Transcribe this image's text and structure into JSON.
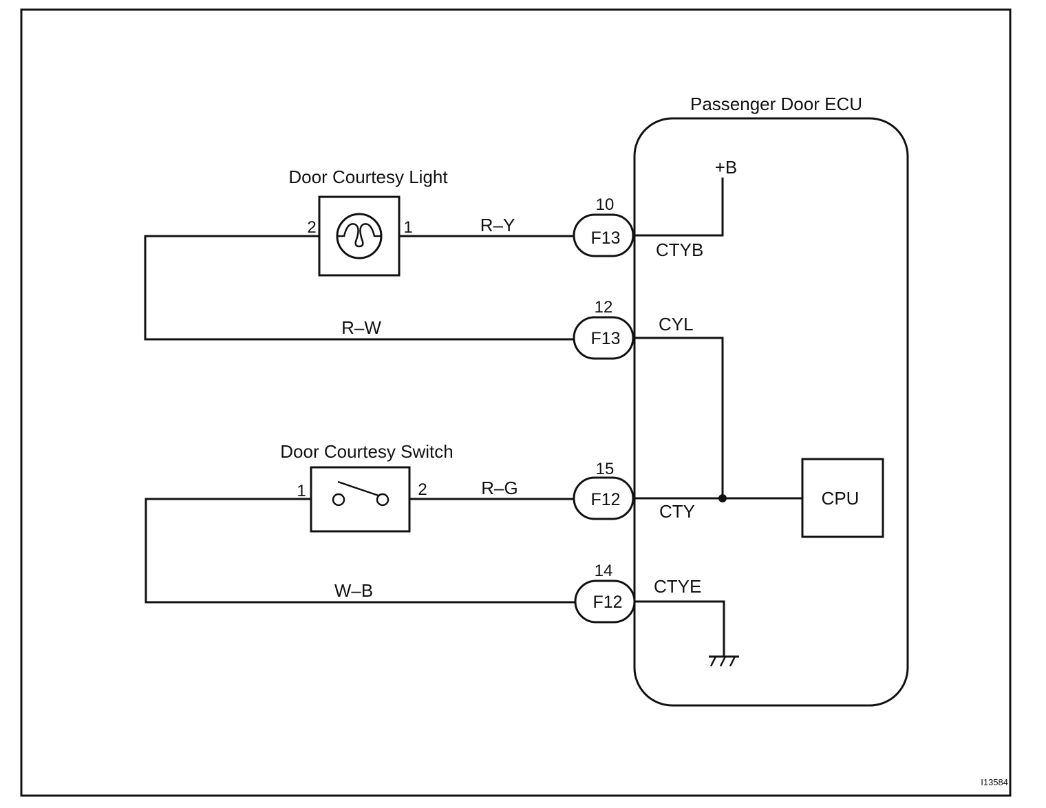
{
  "figure_id": "I13584",
  "ecu": {
    "title": "Passenger Door ECU",
    "power_label": "+B",
    "cpu_label": "CPU"
  },
  "light": {
    "title": "Door Courtesy Light",
    "pin_left": "2",
    "pin_right": "1"
  },
  "switch": {
    "title": "Door Courtesy Switch",
    "pin_left": "1",
    "pin_right": "2"
  },
  "wires": {
    "ry": "R–Y",
    "rw": "R–W",
    "rg": "R–G",
    "wb": "W–B"
  },
  "connectors": [
    {
      "pin": "10",
      "name": "F13",
      "signal": "CTYB"
    },
    {
      "pin": "12",
      "name": "F13",
      "signal": "CYL"
    },
    {
      "pin": "15",
      "name": "F12",
      "signal": "CTY"
    },
    {
      "pin": "14",
      "name": "F12",
      "signal": "CTYE"
    }
  ]
}
